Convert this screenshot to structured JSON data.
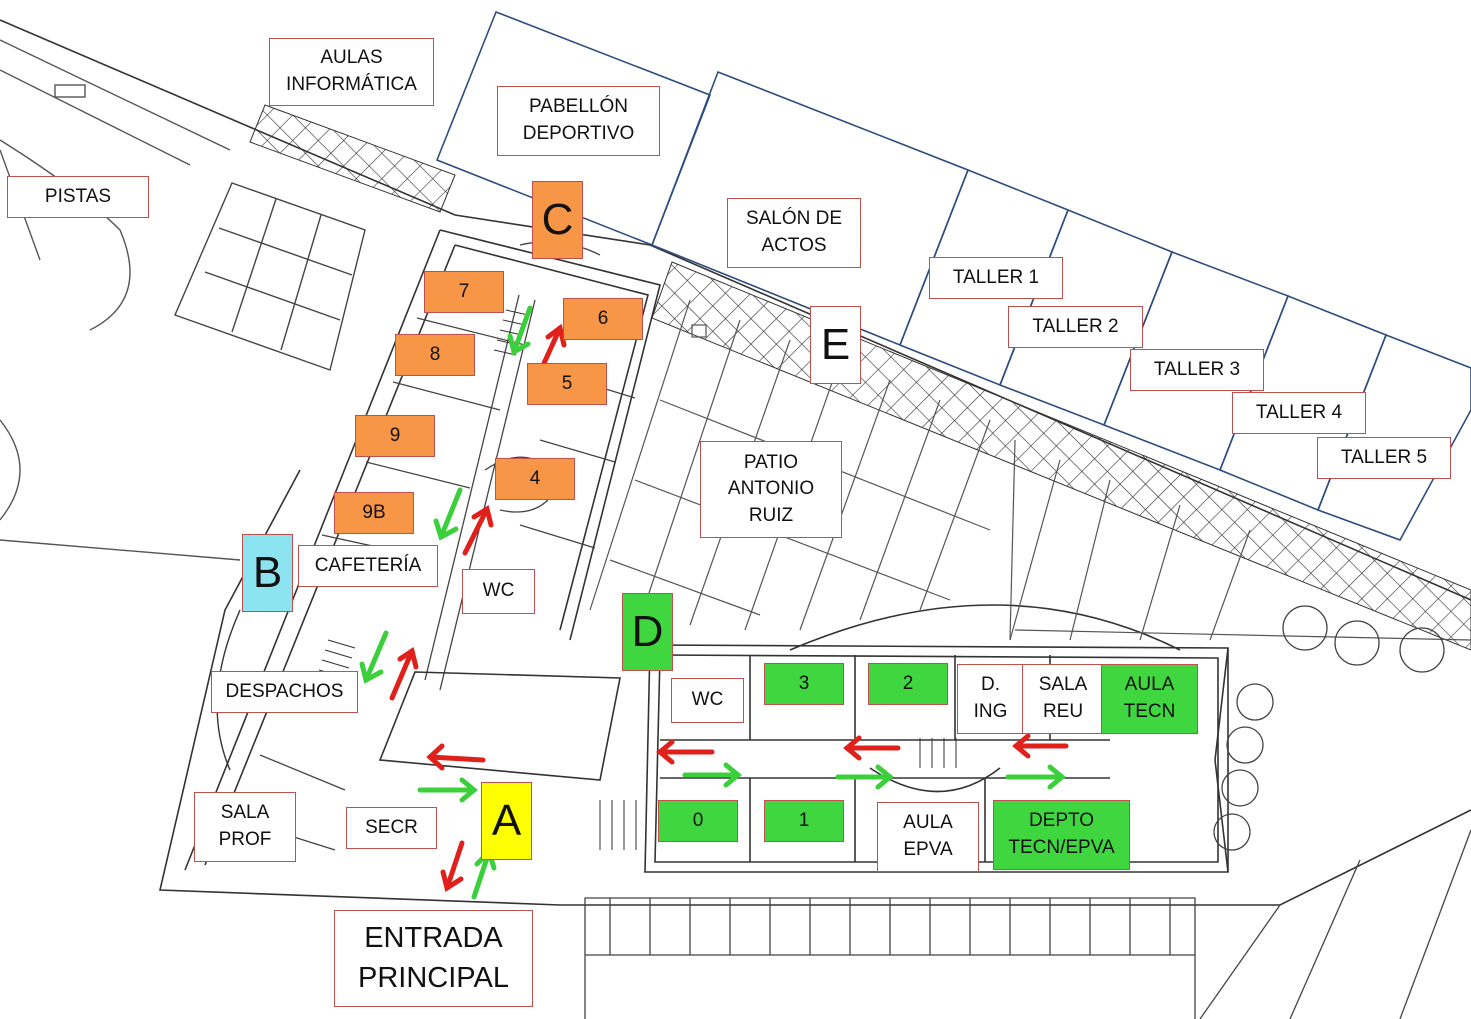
{
  "colors": {
    "plan_line": "#333333",
    "blue_line": "#2e4d7f",
    "label_border": "#c0504d",
    "orange": "#f79646",
    "green_room": "#3fd63f",
    "yellow": "#ffff00",
    "cyan": "#8ce4f0",
    "arrow_red": "#e0201b",
    "arrow_green": "#3ccf3c"
  },
  "markers": {
    "a": "A",
    "b": "B",
    "c": "C",
    "d": "D",
    "e": "E"
  },
  "labels": {
    "aulas_informatica": "AULAS\nINFORMÁTICA",
    "pabellon_deportivo": "PABELLÓN\nDEPORTIVO",
    "pistas": "PISTAS",
    "salon_actos": "SALÓN DE\nACTOS",
    "taller_1": "TALLER 1",
    "taller_2": "TALLER 2",
    "taller_3": "TALLER 3",
    "taller_4": "TALLER 4",
    "taller_5": "TALLER 5",
    "patio": "PATIO\nANTONIO\nRUIZ",
    "cafeteria": "CAFETERÍA",
    "wc_1": "WC",
    "wc_2": "WC",
    "despachos": "DESPACHOS",
    "sala_prof": "SALA\nPROF",
    "secr": "SECR",
    "aula_epva": "AULA\nEPVA",
    "d_ing": "D.\nING",
    "sala_reu": "SALA\nREU",
    "aula_tecn": "AULA\nTECN",
    "depto_tecn_epva": "DEPTO\nTECN/EPVA",
    "entrada_principal": "ENTRADA\nPRINCIPAL"
  },
  "rooms": {
    "r7": "7",
    "r8": "8",
    "r9": "9",
    "r9b": "9B",
    "r6": "6",
    "r5": "5",
    "r4": "4",
    "r3": "3",
    "r2": "2",
    "r0": "0",
    "r1": "1"
  }
}
